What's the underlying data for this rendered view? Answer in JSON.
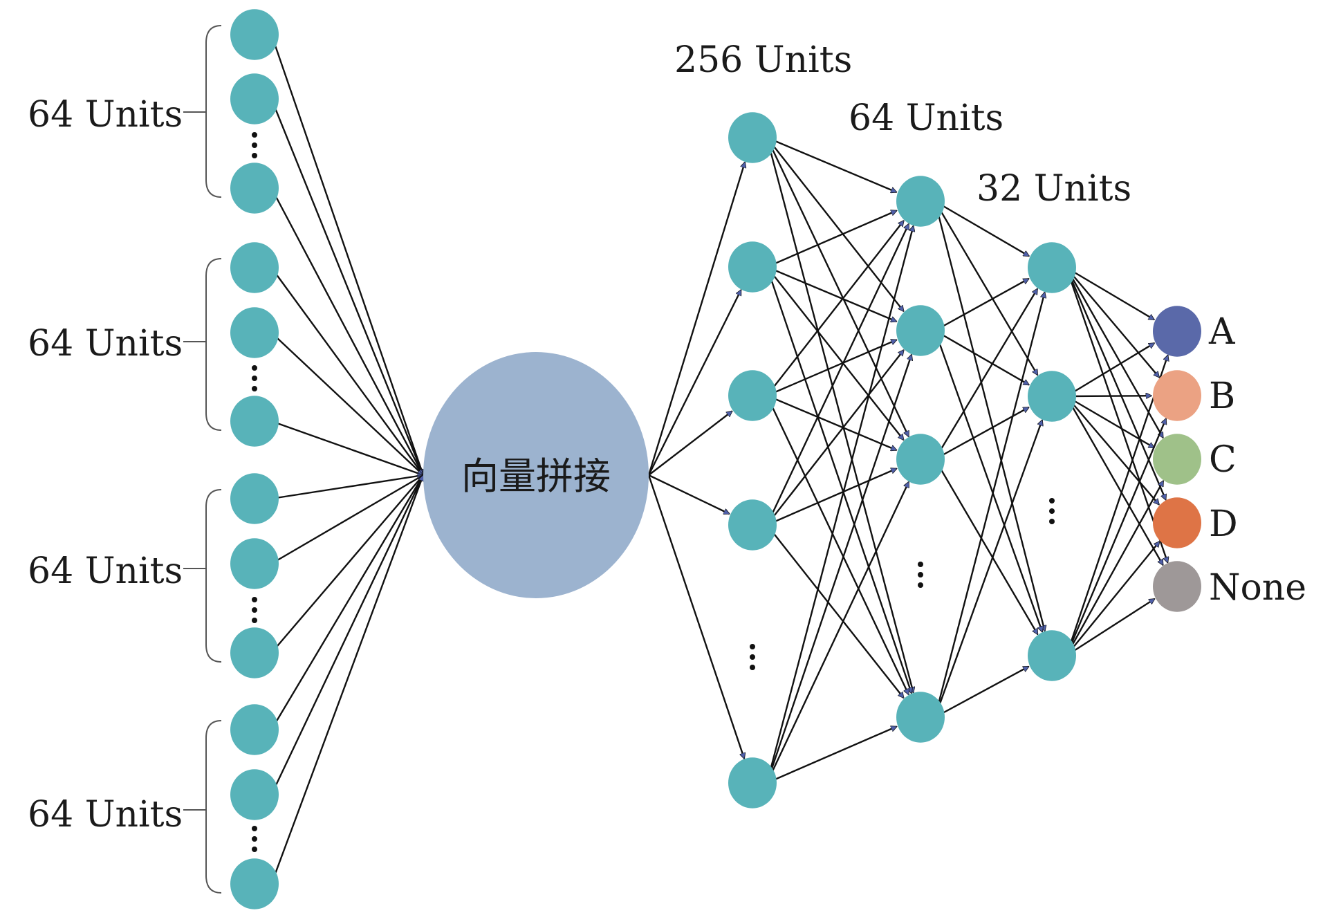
{
  "colors": {
    "neuron": "#58b3b9",
    "concat": "#9cb3cf",
    "edge": "#111111",
    "arrowhead": "#4f5fa8"
  },
  "input_groups": [
    {
      "label": "64 Units"
    },
    {
      "label": "64 Units"
    },
    {
      "label": "64 Units"
    },
    {
      "label": "64 Units"
    }
  ],
  "concat_node": {
    "label": "向量拼接"
  },
  "hidden_layers": [
    {
      "label": "256 Units"
    },
    {
      "label": "64 Units"
    },
    {
      "label": "32 Units"
    }
  ],
  "outputs": [
    {
      "label": "A",
      "color": "#5a69a9"
    },
    {
      "label": "B",
      "color": "#eba283"
    },
    {
      "label": "C",
      "color": "#9fc189"
    },
    {
      "label": "D",
      "color": "#de7446"
    },
    {
      "label": "None",
      "color": "#9e9898"
    }
  ]
}
